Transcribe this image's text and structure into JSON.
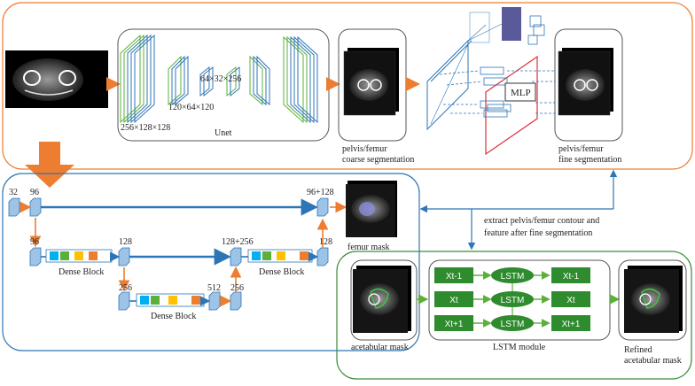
{
  "top_panel": {
    "unet_label": "Unet",
    "dim_256": "256×128×128",
    "dim_120": "120×64×120",
    "dim_64": "64×32×256",
    "coarse_label_1": "pelvis/femur",
    "coarse_label_2": "coarse segmentation",
    "fine_label_1": "pelvis/femur",
    "fine_label_2": "fine segmentation",
    "mlp_label": "MLP"
  },
  "bottom_left": {
    "ch_32": "32",
    "ch_96_top": "96",
    "ch_96_128": "96+128",
    "ch_96_mid": "96",
    "ch_128": "128",
    "ch_128_256": "128+256",
    "ch_128_right": "128",
    "ch_256": "256",
    "ch_512": "512",
    "ch_256_right": "256",
    "dense_block_1": "Dense Block",
    "dense_block_2": "Dense Block",
    "dense_block_3": "Dense Block",
    "femur_mask": "femur mask"
  },
  "annotation": {
    "line1": "extract pelvis/femur contour and",
    "line2": "feature after fine segmentation"
  },
  "bottom_right": {
    "acetabular_mask": "acetabular mask",
    "lstm_module": "LSTM module",
    "refined_1": "Refined",
    "refined_2": "acetabular mask",
    "rows": [
      {
        "in": "Xt-1",
        "lstm": "LSTM",
        "out": "Xt-1"
      },
      {
        "in": "Xt",
        "lstm": "LSTM",
        "out": "Xt"
      },
      {
        "in": "Xt+1",
        "lstm": "LSTM",
        "out": "Xt+1"
      }
    ]
  },
  "colors": {
    "orange": "#ED7D31",
    "blue": "#2E75B6",
    "green": "#3A8C3A",
    "lstm_green": "#2E8B2E",
    "mlp_red": "#E0303A"
  }
}
